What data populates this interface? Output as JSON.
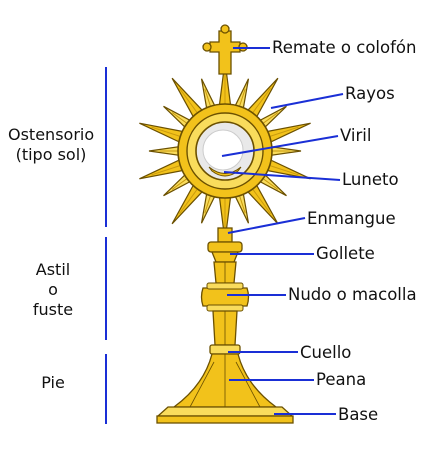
{
  "labels": {
    "remate": "Remate o colofón",
    "rayos": "Rayos",
    "viril": "Viril",
    "luneto": "Luneto",
    "enmangue": "Enmangue",
    "gollete": "Gollete",
    "nudo": "Nudo o macolla",
    "cuello": "Cuello",
    "peana": "Peana",
    "base": "Base"
  },
  "groups": {
    "ostensorio_l1": "Ostensorio",
    "ostensorio_l2": "(tipo sol)",
    "astil_l1": "Astil",
    "astil_l2": "o",
    "astil_l3": "fuste",
    "pie": "Pie"
  },
  "colors": {
    "gold": "#f2c21b",
    "gold_dark": "#c99a0e",
    "gold_light": "#f9dc5c",
    "outline": "#6b5000",
    "line": "#1a2fd6"
  }
}
